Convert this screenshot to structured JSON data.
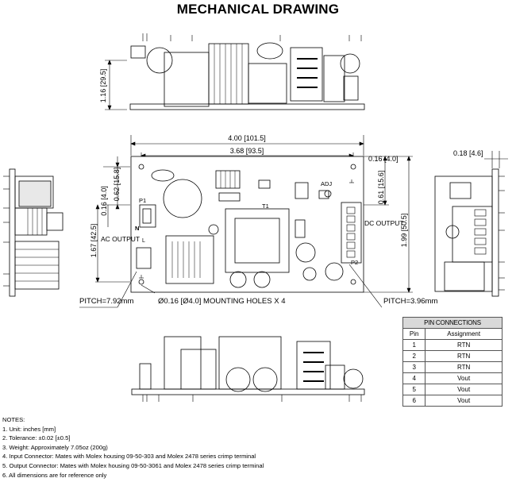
{
  "title": "MECHANICAL DRAWING",
  "dimensions": {
    "height": "1.16 [29.5]",
    "length": "4.00 [101.5]",
    "hole_span": "3.68 [93.5]",
    "right_offset": "0.16 [4.0]",
    "pin_offset": "0.18 [4.6]",
    "left_top": "0.62 [15.8]",
    "left_small": "0.16 [4.0]",
    "left_mid": "1.67 [42.5]",
    "right_top": "0.61 [15.6]",
    "width": "1.99 [50.5]"
  },
  "labels": {
    "pitch_left": "PITCH=7.92mm",
    "pitch_right": "PITCH=3.96mm",
    "mounting_holes": "Ø0.16 [Ø4.0] MOUNTING HOLES X 4",
    "ac_output": "AC OUTPUT",
    "dc_output": "DC OUTPUT",
    "adj": "ADJ",
    "p1": "P1",
    "p2": "P2",
    "t1": "T1",
    "n": "N",
    "l": "L"
  },
  "pin_table": {
    "caption": "PIN CONNECTIONS",
    "headers": [
      "Pin",
      "Assignment"
    ],
    "rows": [
      [
        "1",
        "RTN"
      ],
      [
        "2",
        "RTN"
      ],
      [
        "3",
        "RTN"
      ],
      [
        "4",
        "Vout"
      ],
      [
        "5",
        "Vout"
      ],
      [
        "6",
        "Vout"
      ]
    ]
  },
  "notes": {
    "heading": "NOTES:",
    "items": [
      "1. Unit: inches [mm]",
      "2. Tolerance: ±0.02 [±0.5]",
      "3. Weight: Approximately 7.05oz (200g)",
      "4. Input Connector: Mates with Molex housing 09-50-303 and Molex 2478 series crimp terminal",
      "5. Output Connector: Mates with Molex housing 09-50-3061 and Molex 2478 series crimp terminal",
      "6. All dimensions are for reference only"
    ]
  }
}
